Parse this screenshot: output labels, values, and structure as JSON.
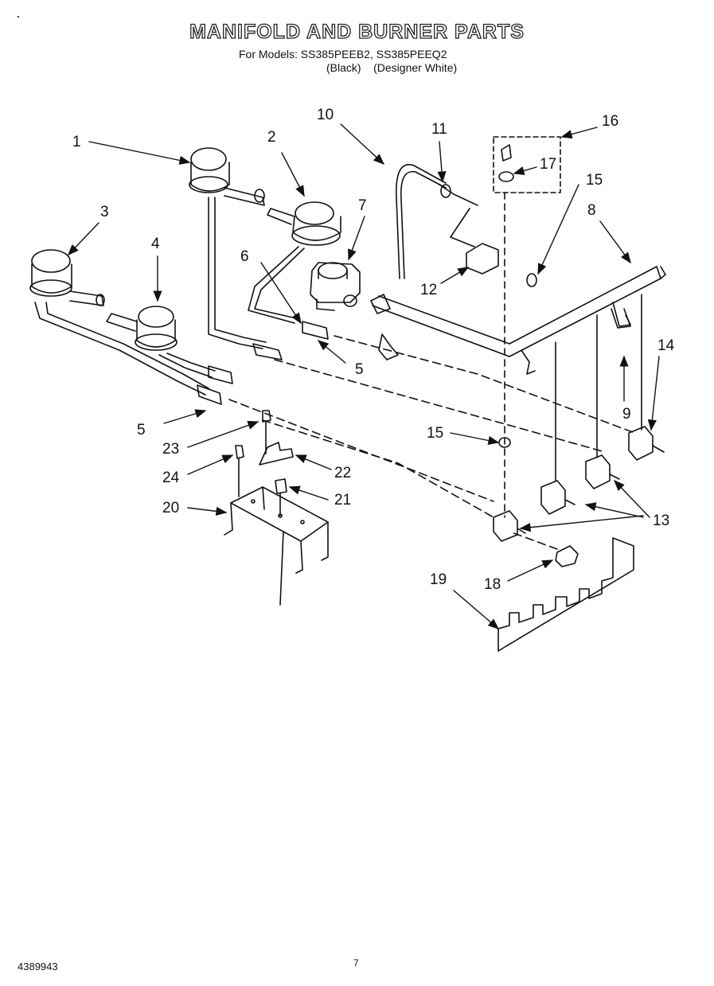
{
  "header": {
    "title": "MANIFOLD AND BURNER PARTS",
    "models_line": "For Models: SS385PEEB2, SS385PEEQ2",
    "variants_line": "(Black)    (Designer White)"
  },
  "footer": {
    "doc_number": "4389943",
    "page_number": "7"
  },
  "callouts": [
    "1",
    "2",
    "3",
    "4",
    "5",
    "5",
    "6",
    "7",
    "8",
    "9",
    "10",
    "11",
    "12",
    "13",
    "14",
    "15",
    "15",
    "16",
    "17",
    "18",
    "19",
    "20",
    "21",
    "22",
    "23",
    "24"
  ]
}
